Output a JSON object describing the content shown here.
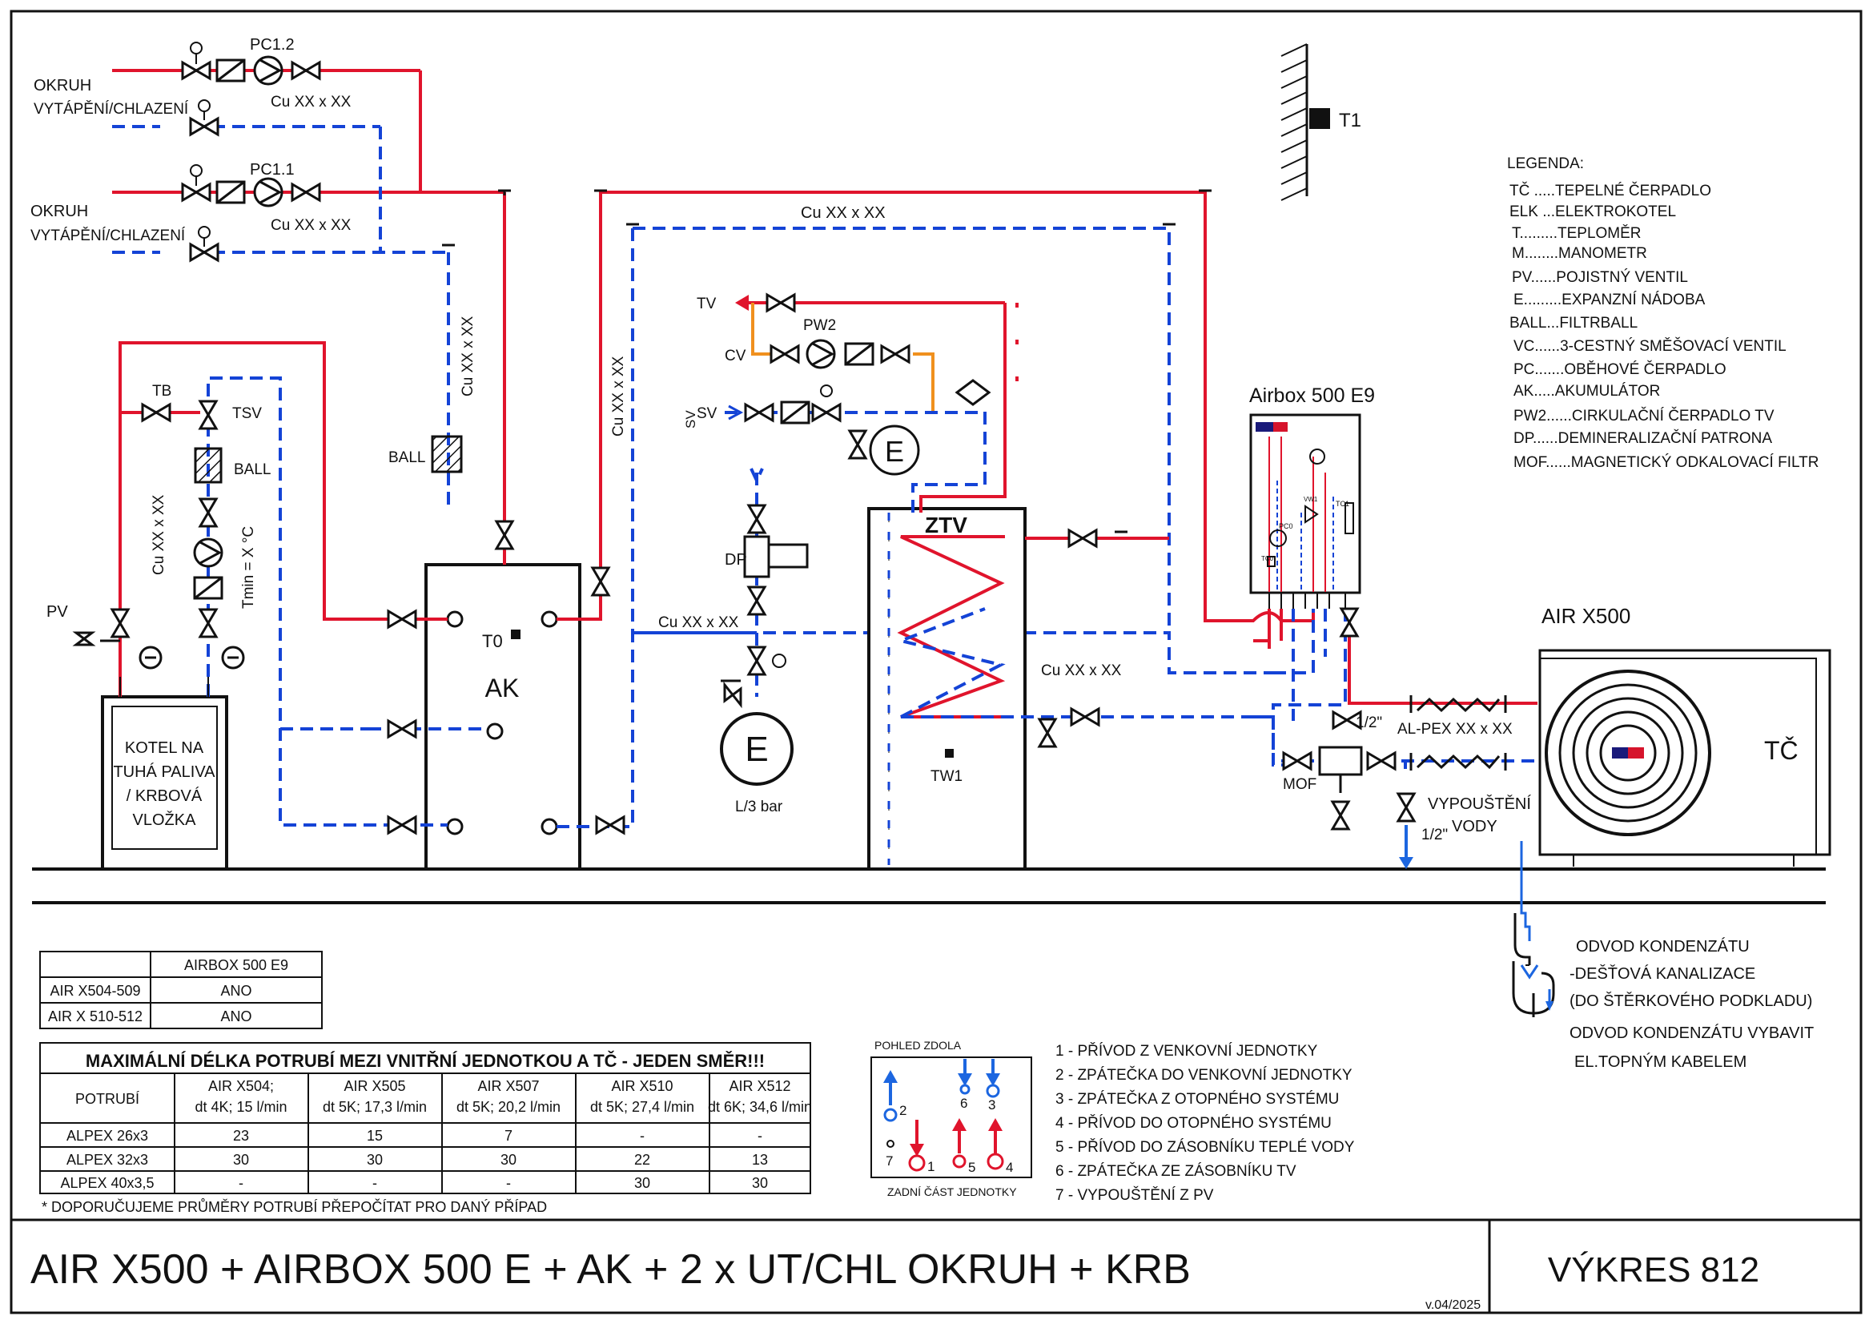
{
  "circuits": {
    "okruh_label": "OKRUH",
    "okruh_sub": "VYTÁPĚNÍ/CHLAZENÍ",
    "pc12": "PC1.2",
    "pc11": "PC1.1",
    "cu_pipe": "Cu XX x XX",
    "cu_pipe_v": "Cu XX x XX"
  },
  "boiler": {
    "tb": "TB",
    "tsv": "TSV",
    "ball": "BALL",
    "tmin": "Tmin = X °C",
    "pv": "PV",
    "text": [
      "KOTEL NA",
      "TUHÁ PALIVA",
      "/ KRBOVÁ",
      "VLOŽKA"
    ]
  },
  "ak": {
    "label": "AK",
    "t0": "T0",
    "ball": "BALL"
  },
  "ztv": {
    "label": "ZTV",
    "tw1": "TW1",
    "tv": "TV",
    "cv": "CV",
    "sv": "SV",
    "sv_v": "SV",
    "pw2": "PW2",
    "e": "E",
    "cu": "Cu XX x XX"
  },
  "dp": {
    "label": "DP",
    "e": "E",
    "pressure": "L/3 bar"
  },
  "airbox": {
    "title": "Airbox 500 E9",
    "pc0": "PC0",
    "vw1": "VW1",
    "tc1": "TC1",
    "tc0": "TC0"
  },
  "outdoor": {
    "title": "AIR X500",
    "tc": "TČ",
    "alpex": "AL-PEX XX x XX",
    "half": "1/2\"",
    "mof": "MOF",
    "vypousteni": [
      "VYPOUŠTĚNÍ",
      "VODY"
    ]
  },
  "sensor": {
    "t1": "T1"
  },
  "condensate": {
    "lines": [
      "ODVOD KONDENZÁTU",
      "-DEŠŤOVÁ KANALIZACE",
      "(DO ŠTĚRKOVÉHO PODKLADU)"
    ],
    "heat": [
      "ODVOD KONDENZÁTU VYBAVIT",
      "EL.TOPNÝM KABELEM"
    ]
  },
  "legend": {
    "title": "LEGENDA:",
    "items": [
      "TČ .....TEPELNÉ ČERPADLO",
      "ELK ...ELEKTROKOTEL",
      "T.........TEPLOMĚR",
      "M........MANOMETR",
      "PV......POJISTNÝ VENTIL",
      "E.........EXPANZNÍ NÁDOBA",
      "BALL...FILTRBALL",
      "VC......3-CESTNÝ SMĚŠOVACÍ VENTIL",
      "PC.......OBĚHOVÉ ČERPADLO",
      "AK.....AKUMULÁTOR",
      "PW2......CIRKULAČNÍ ČERPADLO TV",
      "DP......DEMINERALIZAČNÍ PATRONA",
      "MOF......MAGNETICKÝ ODKALOVACÍ FILTR"
    ]
  },
  "compat_table": {
    "header": [
      "",
      "AIRBOX 500 E9"
    ],
    "rows": [
      [
        "AIR X504-509",
        "ANO"
      ],
      [
        "AIR X 510-512",
        "ANO"
      ]
    ]
  },
  "length_table": {
    "title": "MAXIMÁLNÍ DÉLKA POTRUBÍ MEZI VNITŘNÍ JEDNOTKOU A TČ - JEDEN SMĚR!!!",
    "col0": "POTRUBÍ",
    "cols": [
      [
        "AIR X504;",
        "dt 4K; 15 l/min"
      ],
      [
        "AIR X505",
        "dt 5K; 17,3 l/min"
      ],
      [
        "AIR X507",
        "dt 5K; 20,2 l/min"
      ],
      [
        "AIR X510",
        "dt 5K; 27,4 l/min"
      ],
      [
        "AIR X512",
        "dt 6K; 34,6 l/min"
      ]
    ],
    "rows": [
      [
        "ALPEX 26x3",
        "23",
        "15",
        "7",
        "-",
        "-"
      ],
      [
        "ALPEX 32x3",
        "30",
        "30",
        "30",
        "22",
        "13"
      ],
      [
        "ALPEX 40x3,5",
        "-",
        "-",
        "-",
        "30",
        "30"
      ]
    ],
    "note": "* DOPORUČUJEME PRŮMĚRY POTRUBÍ PŘEPOČÍTAT PRO DANÝ PŘÍPAD"
  },
  "connections": {
    "top": "POHLED ZDOLA",
    "bottom": "ZADNÍ ČÁST JEDNOTKY",
    "nums": [
      "1",
      "2",
      "3",
      "4",
      "5",
      "6",
      "7"
    ],
    "list": [
      "1 - PŘÍVOD Z VENKOVNÍ JEDNOTKY",
      "2 - ZPÁTEČKA DO VENKOVNÍ JEDNOTKY",
      "3 - ZPÁTEČKA Z OTOPNÉHO SYSTÉMU",
      "4 - PŘÍVOD DO OTOPNÉHO SYSTÉMU",
      "5 - PŘÍVOD DO ZÁSOBNÍKU TEPLÉ VODY",
      "6 - ZPÁTEČKA ZE ZÁSOBNÍKU TV",
      "7 - VYPOUŠTĚNÍ Z PV"
    ]
  },
  "title_block": {
    "title": "AIR X500 + AIRBOX 500 E + AK + 2 x UT/CHL OKRUH + KRB",
    "drawing": "VÝKRES 812",
    "version": "v.04/2025"
  }
}
